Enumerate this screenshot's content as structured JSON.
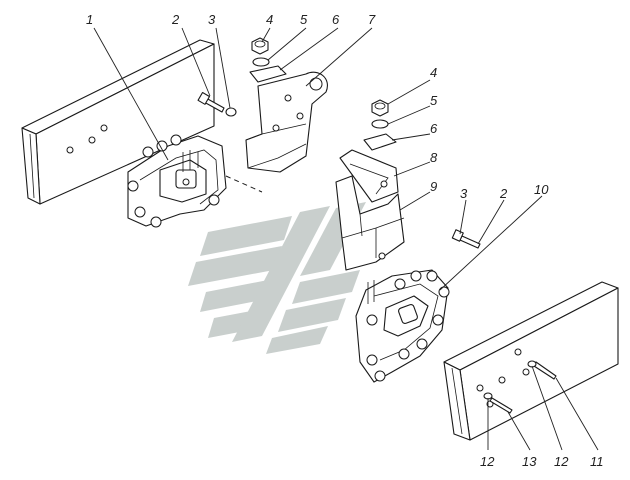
{
  "labels": {
    "top": [
      "1",
      "2",
      "3",
      "4",
      "5",
      "6",
      "7"
    ],
    "middle": [
      "4",
      "5",
      "6",
      "8",
      "9",
      "3",
      "2",
      "10"
    ],
    "bottom": [
      "12",
      "13",
      "12",
      "11"
    ]
  },
  "colors": {
    "line": "#1a1a1a",
    "watermark": "#c9cfcd",
    "background": "#ffffff"
  }
}
